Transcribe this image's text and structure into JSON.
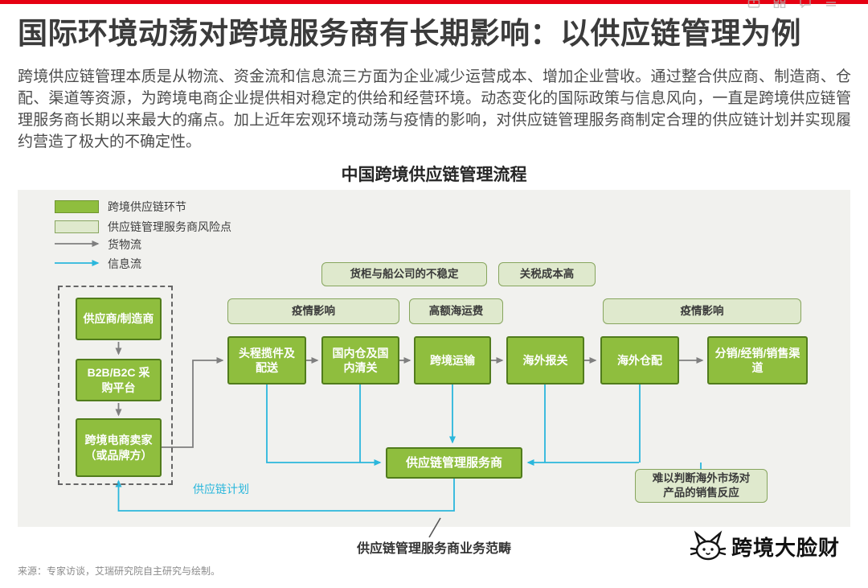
{
  "colors": {
    "accent_red": "#e60012",
    "node_green": "#8fbe3e",
    "node_green_border": "#517c1c",
    "risk_bg": "#dfe9cd",
    "risk_border": "#87a55e",
    "info_flow_cyan": "#2bb7dc",
    "goods_flow_gray": "#7f7f7f",
    "diagram_bg": "#f1f1ee"
  },
  "header": {
    "title": "国际环境动荡对跨境服务商有长期影响：以供应链管理为例"
  },
  "intro": {
    "paragraph": "跨境供应链管理本质是从物流、资金流和信息流三方面为企业减少运营成本、增加企业营收。通过整合供应商、制造商、仓配、渠道等资源，为跨境电商企业提供相对稳定的供给和经营环境。动态变化的国际政策与信息风向，一直是跨境供应链管理服务商长期以来最大的痛点。加上近年宏观环境动荡与疫情的影响，对供应链管理服务商制定合理的供应链计划并实现履约营造了极大的不确定性。"
  },
  "chart_data": {
    "type": "flow-diagram",
    "title": "中国跨境供应链管理流程",
    "legend": [
      {
        "label": "跨境供应链环节",
        "kind": "green-box",
        "swatch": "#8fbe3e"
      },
      {
        "label": "供应链管理服务商风险点",
        "kind": "light-green-box",
        "swatch": "#dfe9cd"
      },
      {
        "label": "货物流",
        "kind": "gray-arrow",
        "swatch": "#7f7f7f"
      },
      {
        "label": "信息流",
        "kind": "cyan-arrow",
        "swatch": "#2bb7dc"
      }
    ],
    "upstream_chain": [
      "供应商/制造商",
      "B2B/B2C 采购平台",
      "跨境电商卖家（或品牌方）"
    ],
    "main_chain": [
      "头程揽件及配送",
      "国内仓及国内清关",
      "跨境运输",
      "海外报关",
      "海外仓配",
      "分销/经销/销售渠道"
    ],
    "risk_points": [
      "货柜与船公司的不稳定",
      "关税成本高",
      "疫情影响",
      "高额海运费",
      "疫情影响",
      "难以判断海外市场对产品的销售反应"
    ],
    "hub": "供应链管理服务商",
    "info_flow_label": "供应链计划",
    "scope_label": "供应链管理服务商业务范畴"
  },
  "footer": {
    "source": "来源：专家访谈，艾瑞研究院自主研究与绘制。",
    "watermark": "跨境大脸财"
  }
}
